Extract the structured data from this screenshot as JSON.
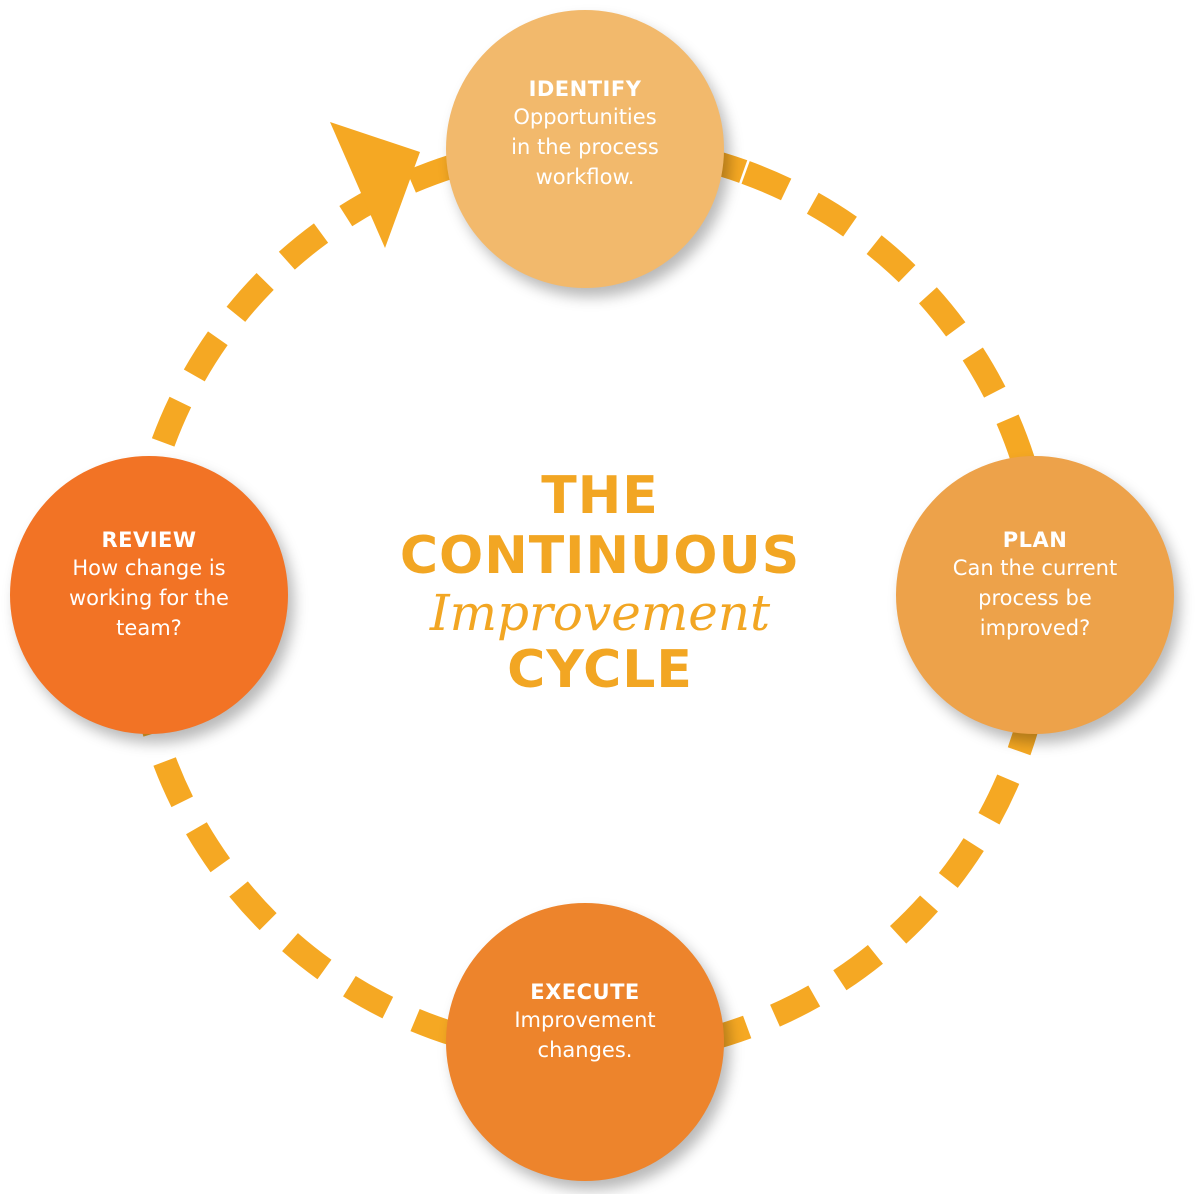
{
  "title": {
    "line1": "THE",
    "line2": "CONTINUOUS",
    "line3": "Improvement",
    "line4": "CYCLE"
  },
  "stages": {
    "identify": {
      "title": "IDENTIFY",
      "description": "Opportunities\nin the process\nworkflow."
    },
    "plan": {
      "title": "PLAN",
      "description": "Can the current\nprocess be\nimproved?"
    },
    "execute": {
      "title": "EXECUTE",
      "description": "Improvement\nchanges."
    },
    "review": {
      "title": "REVIEW",
      "description": "How change is\nworking for the\nteam?"
    }
  },
  "colors": {
    "dashes": "#f5a823",
    "title": "#f2a623",
    "identify": "#f2b96c",
    "plan": "#eda24a",
    "execute": "#ed842c",
    "review": "#f27325"
  },
  "cycle_direction": "clockwise",
  "arrow_icon": "arrowhead-pointing-to-identify"
}
